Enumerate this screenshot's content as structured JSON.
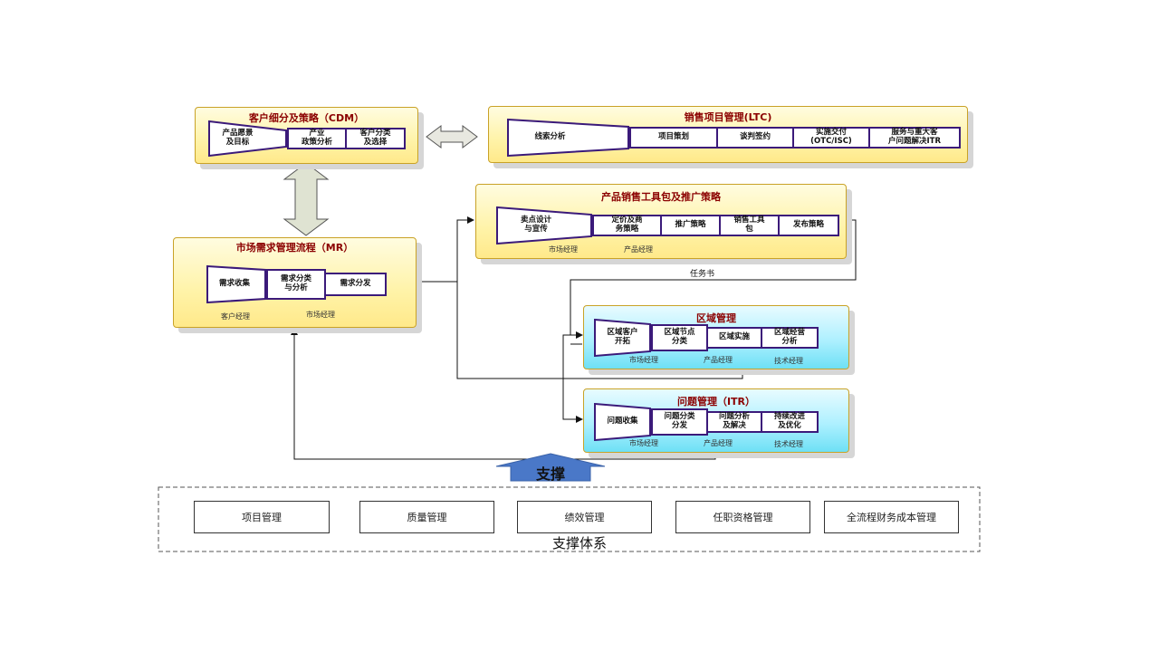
{
  "cdm": {
    "title": "客户细分及策略（CDM）",
    "steps": [
      "产品愿景\n及目标",
      "产业\n政策分析",
      "客户分类\n及选择"
    ]
  },
  "ltc": {
    "title": "销售项目管理(LTC)",
    "steps": [
      "线索分析",
      "项目策划",
      "谈判签约",
      "实施交付\n(OTC/ISC)",
      "服务与重大客\n户问题解决ITR"
    ]
  },
  "tools": {
    "title": "产品销售工具包及推广策略",
    "steps": [
      "卖点设计\n与宣传",
      "定价及商\n务策略",
      "推广策略",
      "销售工具\n包",
      "发布策略"
    ],
    "roles": [
      "市场经理",
      "产品经理"
    ]
  },
  "mr": {
    "title": "市场需求管理流程（MR）",
    "steps": [
      "需求收集",
      "需求分类\n与分析",
      "需求分发"
    ],
    "roles": [
      "客户经理",
      "市场经理"
    ]
  },
  "region": {
    "title": "区域管理",
    "steps": [
      "区域客户\n开拓",
      "区域节点\n分类",
      "区域实施",
      "区域经营\n分析"
    ],
    "roles": [
      "市场经理",
      "产品经理",
      "技术经理"
    ]
  },
  "itr": {
    "title": "问题管理（ITR）",
    "steps": [
      "问题收集",
      "问题分类\n分发",
      "问题分析\n及解决",
      "持续改进\n及优化"
    ],
    "roles": [
      "市场经理",
      "产品经理",
      "技术经理"
    ]
  },
  "task_label": "任务书",
  "support_label": "支撑",
  "support_system": {
    "title": "支撑体系",
    "items": [
      "项目管理",
      "质量管理",
      "绩效管理",
      "任职资格管理",
      "全流程财务成本管理"
    ]
  },
  "colors": {
    "panel_yellow": "#fff3a8",
    "panel_blue": "#aef0ff",
    "title_red": "#8b0000",
    "step_border": "#3b1a7a",
    "support_arrow": "#4a78c8"
  }
}
